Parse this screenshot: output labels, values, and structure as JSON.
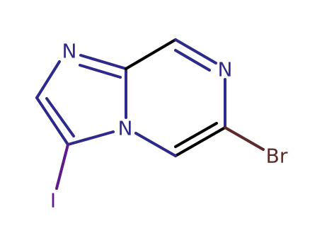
{
  "molecule": {
    "atoms": {
      "n_imidazole": "N",
      "n_pyrazine": "N",
      "n_bridge": "N",
      "bromine": "Br",
      "iodine": "I"
    }
  },
  "colors": {
    "nitrogen": "#2e2a8c",
    "bromine": "#5c2a2a",
    "iodine": "#5e1a8a",
    "bond": "#000000"
  }
}
